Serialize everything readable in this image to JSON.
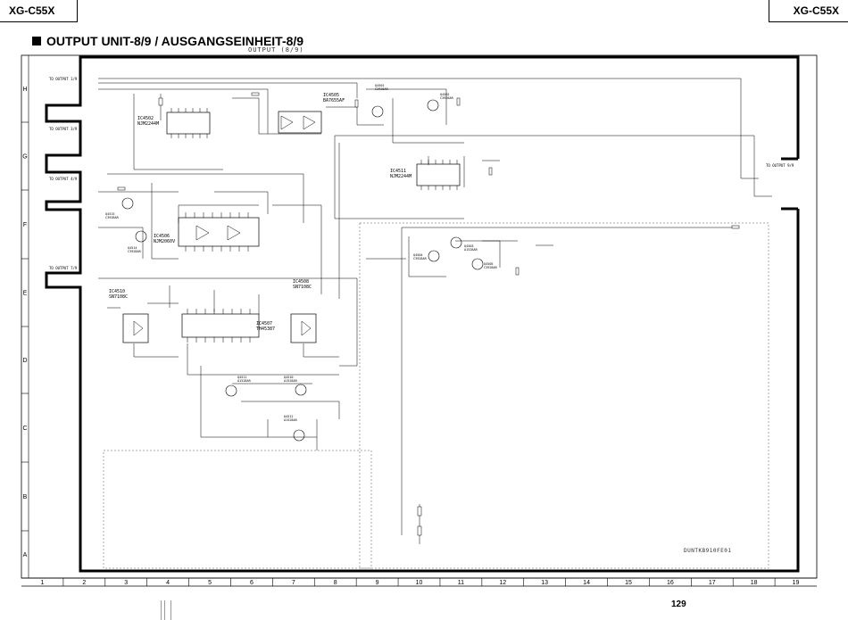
{
  "header": {
    "model_left": "XG-C55X",
    "model_right": "XG-C55X",
    "title": "OUTPUT UNIT-8/9 / AUSGANGSEINHEIT-8/9",
    "subtitle": "OUTPUT (8/9)"
  },
  "grid": {
    "rows": [
      "H",
      "G",
      "F",
      "E",
      "D",
      "C",
      "B",
      "A"
    ],
    "columns": [
      "1",
      "2",
      "3",
      "4",
      "5",
      "6",
      "7",
      "8",
      "9",
      "10",
      "11",
      "12",
      "13",
      "14",
      "15",
      "16",
      "17",
      "18",
      "19"
    ]
  },
  "connectors": {
    "left": [
      "TO OUTPUT 1/9",
      "TO OUTPUT 3/9",
      "TO OUTPUT 4/9",
      "TO OUTPUT 7/9"
    ],
    "right": "TO OUTPUT 9/9"
  },
  "ics": [
    {
      "ref": "IC4502",
      "part": "NJM2244M"
    },
    {
      "ref": "IC4505",
      "part": "BA7655AF"
    },
    {
      "ref": "IC4511",
      "part": "NJM2244M"
    },
    {
      "ref": "IC4506",
      "part": "NJM2060V"
    },
    {
      "ref": "IC4510",
      "part": "SN7108C"
    },
    {
      "ref": "IC4507",
      "part": "TH45387"
    },
    {
      "ref": "IC4508",
      "part": "SN7108C"
    }
  ],
  "transistors": [
    {
      "ref": "Q4501",
      "part": "C3928AR"
    },
    {
      "ref": "Q4502",
      "part": "C3928AR"
    },
    {
      "ref": "Q4515",
      "part": "C3928AR"
    },
    {
      "ref": "Q4514",
      "part": "C3928AR"
    },
    {
      "ref": "Q4503",
      "part": "A1528AR"
    },
    {
      "ref": "Q4504",
      "part": "C3928AR"
    },
    {
      "ref": "Q4505",
      "part": "C3928AR"
    },
    {
      "ref": "Q4511",
      "part": "A1528AR"
    },
    {
      "ref": "Q4510",
      "part": "A1528AR"
    },
    {
      "ref": "Q4512",
      "part": "A1528AR"
    }
  ],
  "board_code": "DUNTKB910FE01",
  "page_number": "129"
}
